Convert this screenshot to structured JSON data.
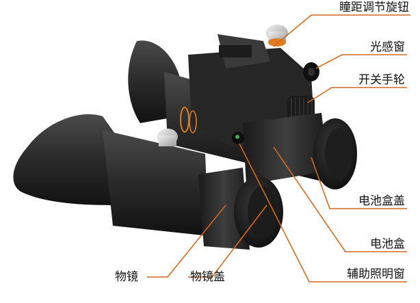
{
  "callouts": [
    {
      "id": "ipd-knob",
      "text": "瞳距调节旋钮"
    },
    {
      "id": "light-sensor",
      "text": "光感窗"
    },
    {
      "id": "switch-wheel",
      "text": "开关手轮"
    },
    {
      "id": "battery-cap",
      "text": "电池盒盖"
    },
    {
      "id": "battery-box",
      "text": "电池盒"
    },
    {
      "id": "aux-light",
      "text": "辅助照明窗"
    },
    {
      "id": "lens-cap",
      "text": "物镜盖"
    },
    {
      "id": "objective",
      "text": "物镜"
    }
  ],
  "colors": {
    "leader": "#d2691e",
    "body": "#2a2a2a",
    "body_dark": "#141414",
    "body_light": "#4a4a4a",
    "knob": "#cfcfcf",
    "accent_ring": "#e07b1f",
    "lens_glint": "#3fae4f"
  }
}
